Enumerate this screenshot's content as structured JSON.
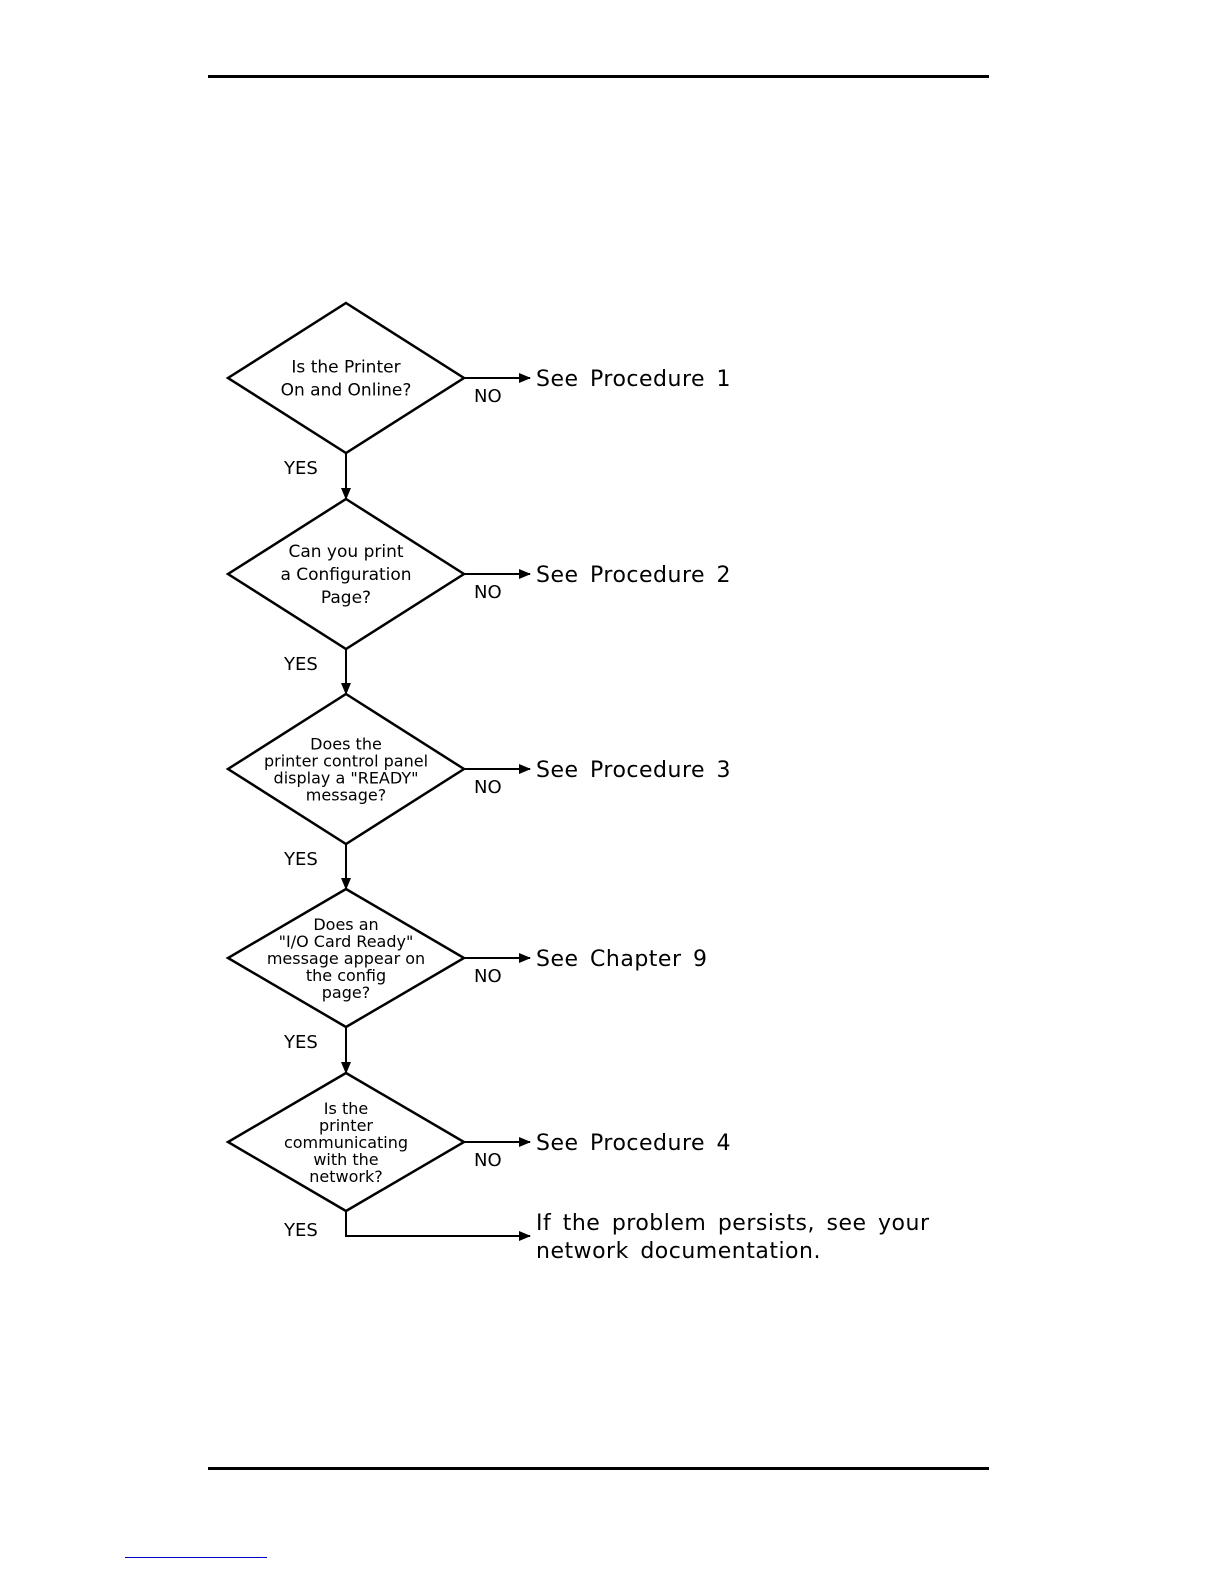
{
  "decisions": [
    {
      "lines": [
        "Is the Printer",
        "On and Online?"
      ],
      "no_label": "NO",
      "target": [
        "See  Procedure  1"
      ],
      "yes_label": "YES"
    },
    {
      "lines": [
        "Can you print",
        "a Configuration",
        "Page?"
      ],
      "no_label": "NO",
      "target": [
        "See  Procedure  2"
      ],
      "yes_label": "YES"
    },
    {
      "lines": [
        "Does the",
        "printer control panel",
        "display a \"READY\"",
        "message?"
      ],
      "no_label": "NO",
      "target": [
        "See  Procedure  3"
      ],
      "yes_label": "YES"
    },
    {
      "lines": [
        "Does an",
        "\"I/O Card Ready\"",
        "message appear on",
        "the config",
        "page?"
      ],
      "no_label": "NO",
      "target": [
        "See  Chapter  9"
      ],
      "yes_label": "YES"
    },
    {
      "lines": [
        "Is the",
        "printer",
        "communicating",
        "with the",
        "network?"
      ],
      "no_label": "NO",
      "target": [
        "See  Procedure  4"
      ],
      "yes_label": "YES"
    }
  ],
  "final": {
    "lines": [
      "If  the  problem  persists,  see  your",
      "network  documentation."
    ]
  },
  "colors": {
    "ink": "#000000",
    "link": "#0000cc"
  }
}
